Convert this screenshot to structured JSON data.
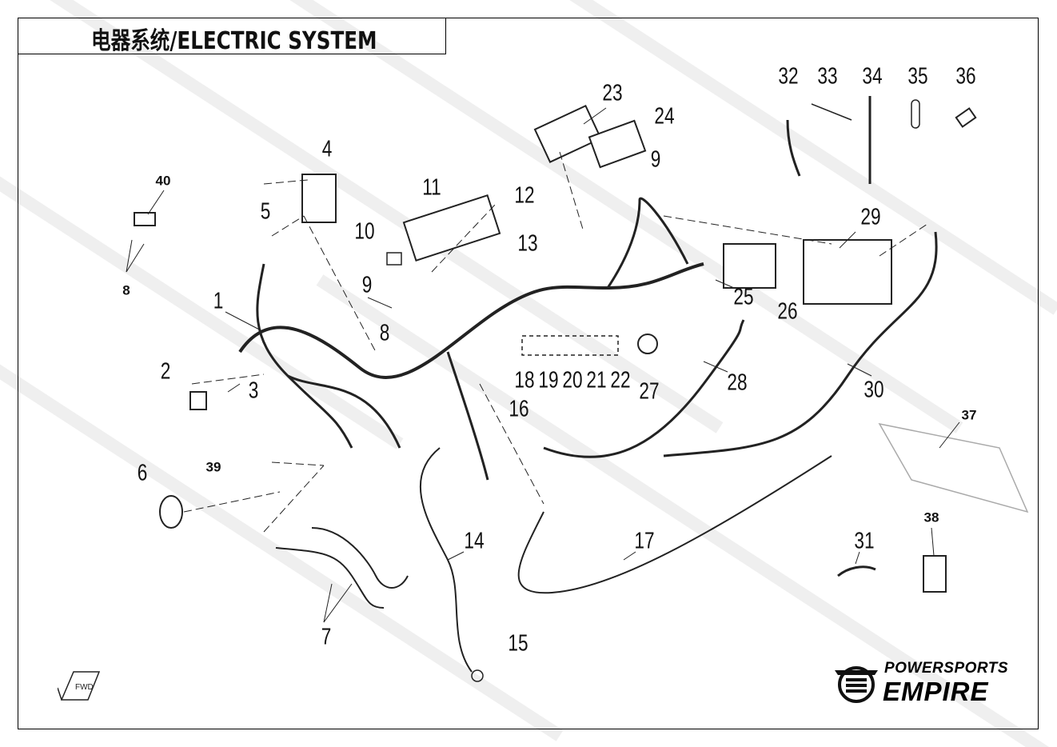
{
  "title": "电器系统/ELECTRIC SYSTEM",
  "watermark": "POWERSPORTS EMPIRE",
  "logo": {
    "line1": "POWERSPORTS",
    "line2": "EMPIRE"
  },
  "fwd_label": "FWD",
  "callouts": [
    "1",
    "2",
    "3",
    "4",
    "5",
    "6",
    "7",
    "8",
    "8",
    "9",
    "9",
    "10",
    "11",
    "12",
    "13",
    "14",
    "15",
    "16",
    "17",
    "18",
    "19",
    "20",
    "21",
    "22",
    "23",
    "24",
    "25",
    "26",
    "27",
    "28",
    "29",
    "30",
    "31",
    "32",
    "33",
    "34",
    "35",
    "36",
    "37",
    "38",
    "39",
    "40"
  ]
}
